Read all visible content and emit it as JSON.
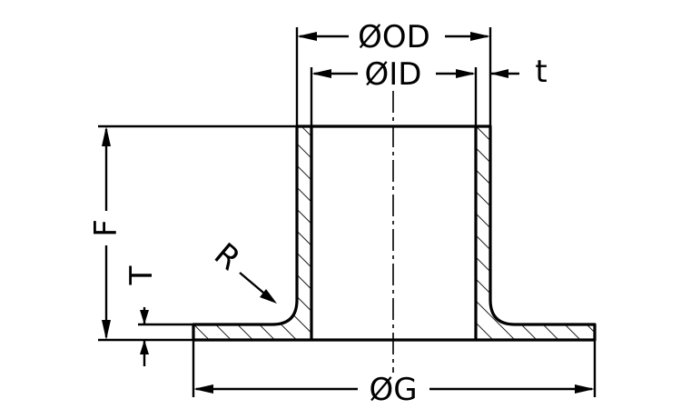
{
  "labels": {
    "outer_diameter": "ØOD",
    "inner_diameter": "ØID",
    "wall_thickness": "t",
    "height": "F",
    "flange_thickness": "T",
    "radius": "R",
    "lap_diameter": "ØG"
  }
}
